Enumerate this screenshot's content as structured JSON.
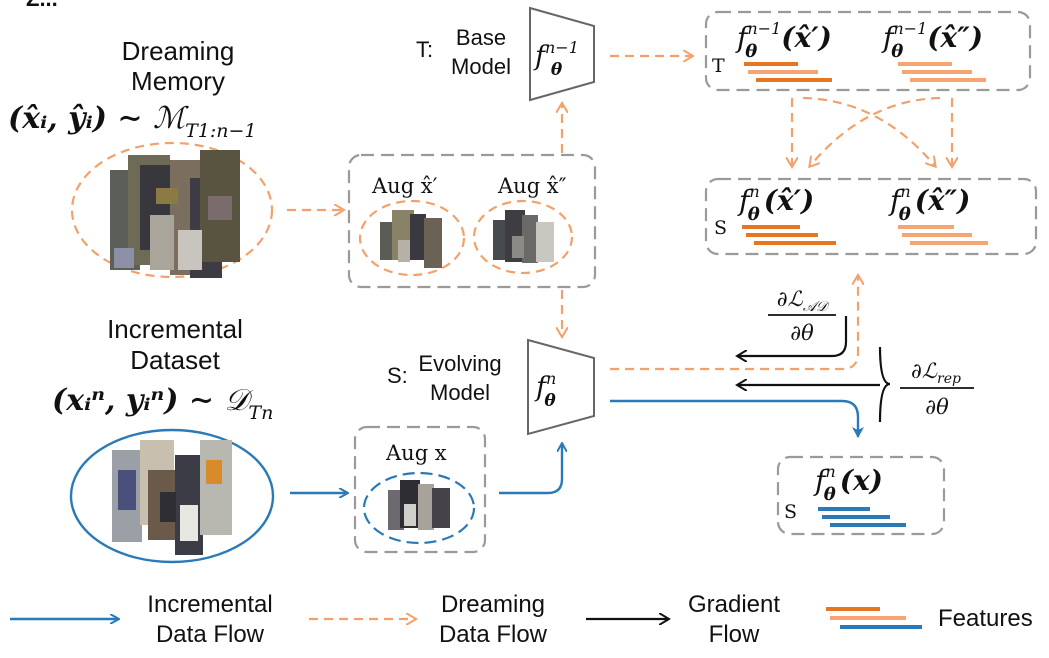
{
  "colors": {
    "incremental_blue": "#2a79b8",
    "dreaming_orange": "#f3a06a",
    "feature_orange_dark": "#e8751f",
    "feature_orange_light": "#f4a572",
    "feature_blue": "#2a79b8",
    "gradient_black": "#111111",
    "box_gray": "#9a9a9a"
  },
  "top_left_fragment": "Z...",
  "dreaming_memory": {
    "title_line1": "Dreaming",
    "title_line2": "Memory",
    "formula_lhs": "(x̂ᵢ, ŷᵢ) ∼ ",
    "formula_M": "ℳ",
    "formula_sub": "T1:n−1"
  },
  "incremental_dataset": {
    "title_line1": "Incremental",
    "title_line2": "Dataset",
    "formula_lhs": "(xᵢⁿ, yᵢⁿ) ∼ ",
    "formula_D": "𝒟",
    "formula_sub": "Tn"
  },
  "base_model": {
    "prefix": "T:",
    "line1": "Base",
    "line2": "Model",
    "func": "f",
    "sup": "n−1",
    "sub": "θ"
  },
  "evolving_model": {
    "prefix": "S:",
    "line1": "Evolving",
    "line2": "Model",
    "func": "f",
    "sup": "n",
    "sub": "θ"
  },
  "aug_dream": {
    "label1": "Aug x̂′",
    "label2": "Aug x̂″"
  },
  "aug_incremental": {
    "label": "Aug x"
  },
  "teacher_features": {
    "tag": "T",
    "expr1": "(x̂′)",
    "expr2": "(x̂″)",
    "sup": "n−1"
  },
  "student_dream_features": {
    "tag": "S",
    "expr1": "(x̂′)",
    "expr2": "(x̂″)",
    "sup": "n"
  },
  "student_incremental_features": {
    "tag": "S",
    "expr": "(x)",
    "sup": "n"
  },
  "gradients": {
    "ad_numerator": "∂ℒ",
    "ad_sub": "𝒜𝒟",
    "ad_denominator": "∂θ",
    "rep_numerator": "∂ℒ",
    "rep_sub": "rep",
    "rep_denominator": "∂θ"
  },
  "legend": {
    "incremental_line1": "Incremental",
    "incremental_line2": "Data Flow",
    "dreaming_line1": "Dreaming",
    "dreaming_line2": "Data Flow",
    "gradient_line1": "Gradient",
    "gradient_line2": "Flow",
    "features": "Features"
  }
}
